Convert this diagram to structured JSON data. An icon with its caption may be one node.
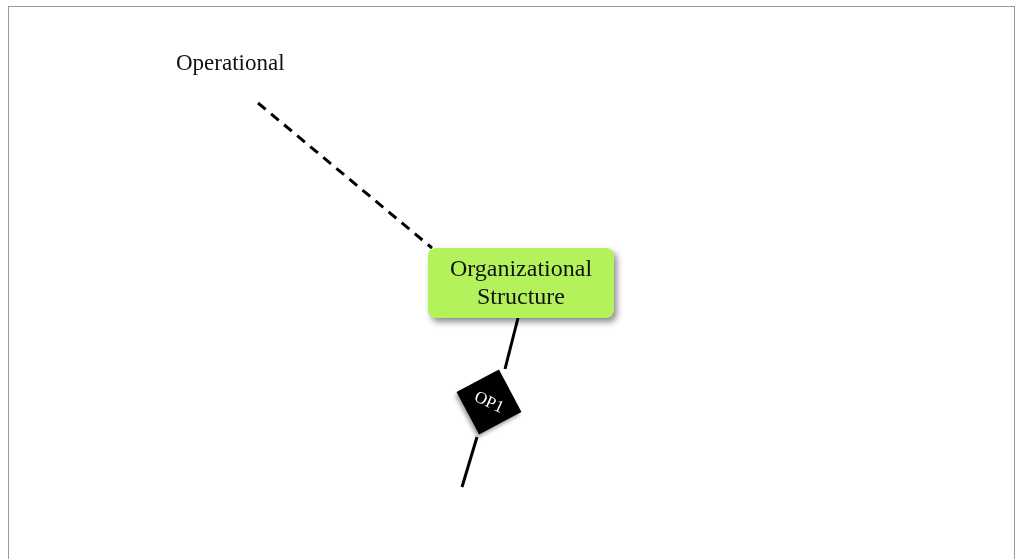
{
  "diagram": {
    "nodes": [
      {
        "text": [
          "Operational"
        ]
      },
      {
        "text": [
          "Organizational Structure"
        ]
      },
      {
        "text": [
          "OP1"
        ]
      }
    ],
    "edges": [
      {
        "from": 0,
        "to": 1,
        "arrow": "none",
        "style": "dashed"
      },
      {
        "from": 1,
        "to": 2,
        "arrow": "none"
      },
      {
        "from": 2,
        "to": null,
        "arrow": "none"
      }
    ]
  }
}
